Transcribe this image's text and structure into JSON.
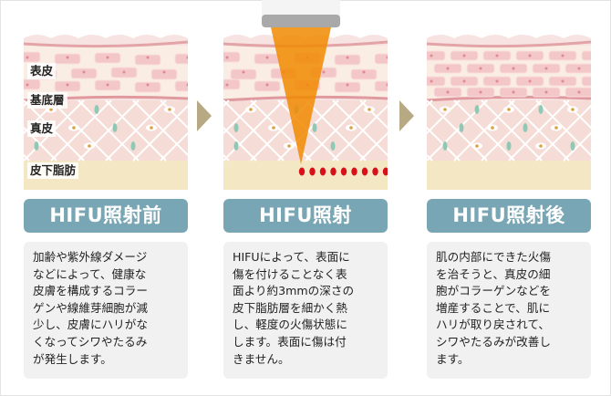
{
  "layer_labels": [
    "表皮",
    "基底層",
    "真皮",
    "皮下脂肪"
  ],
  "panels": [
    {
      "title": "HIFU照射前",
      "text": "加齢や紫外線ダメージ\nなどによって、健康な\n皮膚を構成するコラー\nゲンや線維芽細胞が減\n少し、皮膚にハリがな\nくなってシワやたるみ\nが発生します。"
    },
    {
      "title": "HIFU照射",
      "text": "HIFUによって、表面に\n傷を付けることなく表\n面より約3mmの深さの\n皮下脂肪層を細かく熱\nし、軽度の火傷状態に\nします。表面に傷は付\nきません。"
    },
    {
      "title": "HIFU照射後",
      "text": "肌の内部にできた火傷\nを治そうと、真皮の細\n胞がコラーゲンなどを\n増産することで、肌に\nハリが取り戻されて、\nシワやたるみが改善し\nます。"
    }
  ],
  "colors": {
    "title_bg": "#79a6b4",
    "arrow": "#b6a983",
    "beam": "#f08a00",
    "heat_dot": "#d8101a"
  }
}
